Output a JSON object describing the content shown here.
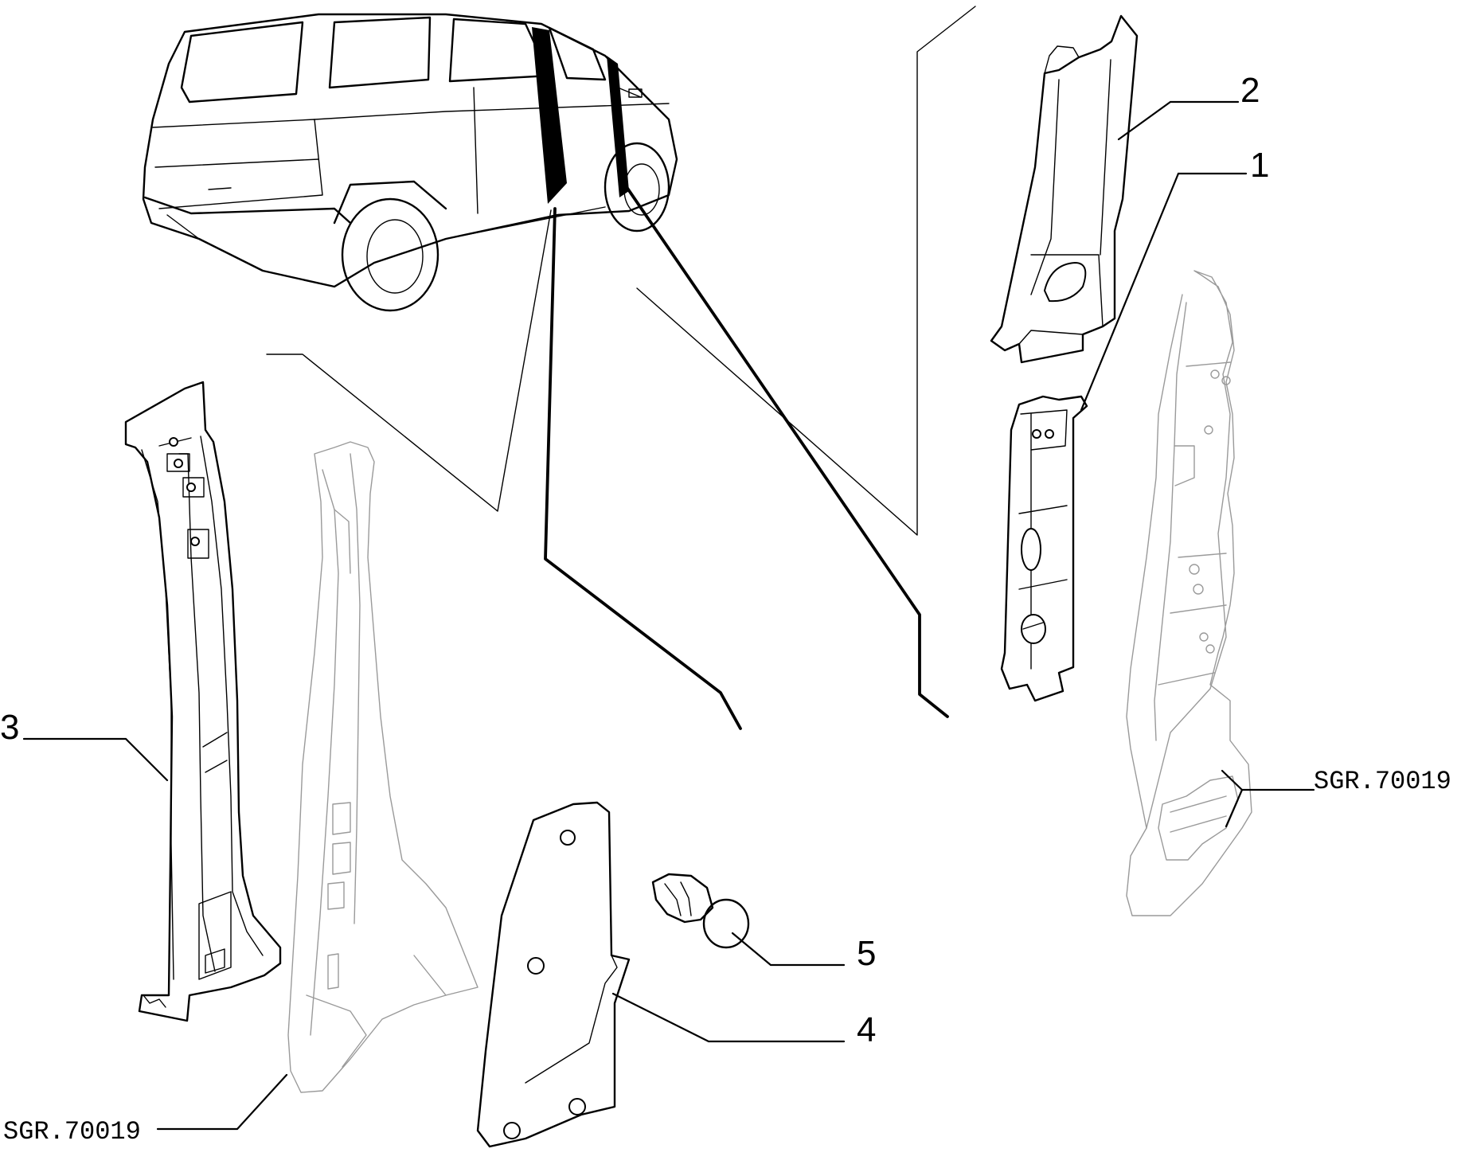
{
  "callouts": {
    "c1": "1",
    "c2": "2",
    "c3": "3",
    "c4": "4",
    "c5": "5"
  },
  "references": {
    "ref_left": "SGR.70019",
    "ref_right": "SGR.70019"
  },
  "colors": {
    "line": "#000000",
    "ghost_line": "#9a9a9a",
    "background": "#ffffff"
  }
}
